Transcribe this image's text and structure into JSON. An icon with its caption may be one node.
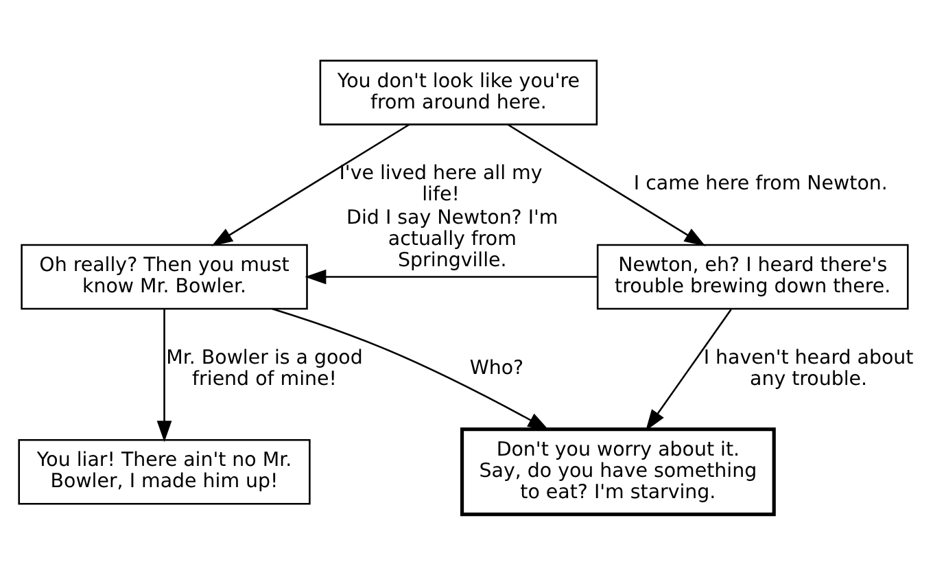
{
  "diagram": {
    "nodes": [
      {
        "text": [
          "You don't look like you're from around here."
        ]
      },
      {
        "text": [
          "Oh really? Then you must know Mr. Bowler."
        ]
      },
      {
        "text": [
          "Newton, eh? I heard there's trouble brewing down there."
        ]
      },
      {
        "text": [
          "You liar! There ain't no Mr. Bowler, I made him up!"
        ]
      },
      {
        "text": [
          "Don't you worry about it. Say, do you have something to eat? I'm starving."
        ]
      }
    ],
    "edges": [
      {
        "from": 0,
        "to": 1,
        "arrow": "to",
        "label": "I've lived here all my life!"
      },
      {
        "from": 0,
        "to": 2,
        "arrow": "to",
        "label": "I came here from Newton."
      },
      {
        "from": 1,
        "to": 3,
        "arrow": "to",
        "label": "Mr. Bowler is a good friend of mine!"
      },
      {
        "from": 1,
        "to": 4,
        "arrow": "to",
        "label": "Who?"
      },
      {
        "from": 2,
        "to": 4,
        "arrow": "to",
        "label": "I haven't heard about any trouble."
      },
      {
        "from": 2,
        "to": 1,
        "arrow": "to",
        "label": "Did I say Newton? I'm actually from Springville."
      }
    ]
  }
}
